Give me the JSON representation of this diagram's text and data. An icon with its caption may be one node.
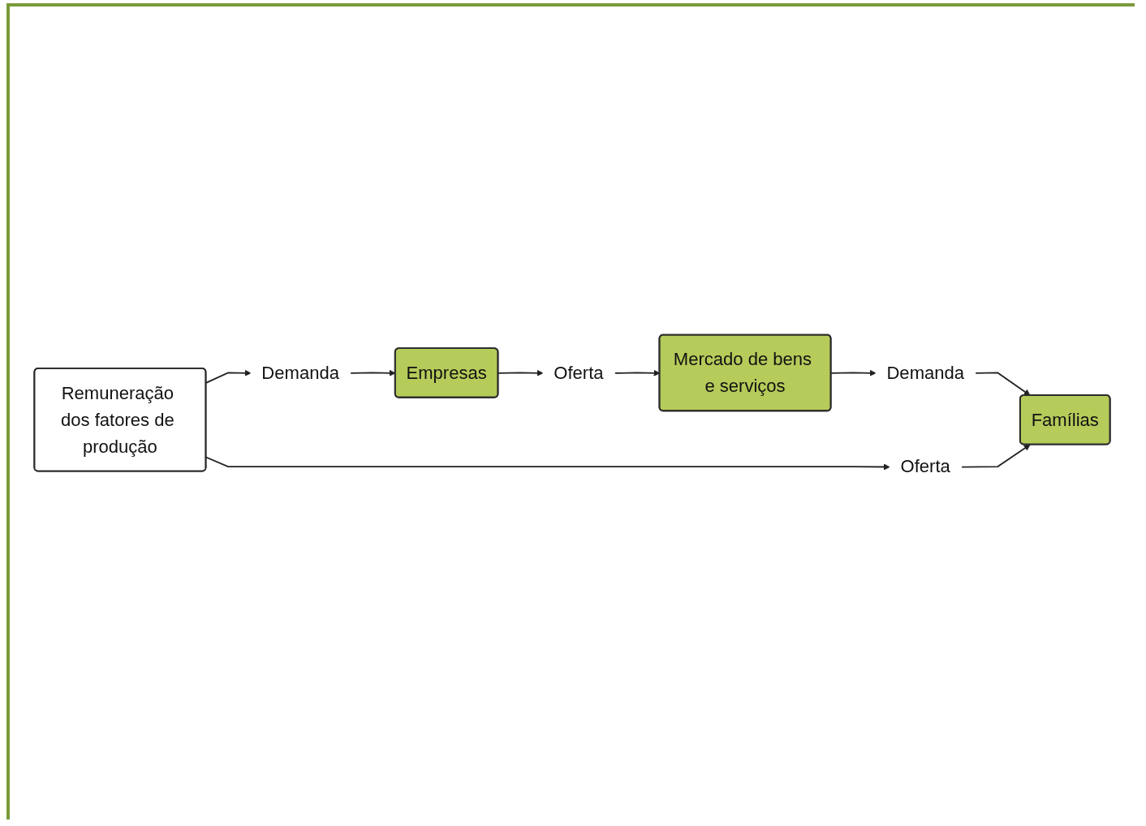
{
  "diagram": {
    "nodes": [
      {
        "text": [
          "Mercado de bens e serviços"
        ]
      },
      {
        "text": [
          "Demanda"
        ]
      },
      {
        "text": [
          "Oferta"
        ]
      },
      {
        "text": [
          "Famílias"
        ]
      },
      {
        "text": [
          "Empresas"
        ]
      },
      {
        "text": [
          "Oferta"
        ]
      },
      {
        "text": [
          "Demanda"
        ]
      },
      {
        "text": [
          "Remuneração dos fatores de produção"
        ]
      }
    ],
    "edges": [
      {
        "from": 0,
        "to": 1,
        "arrow": "to"
      },
      {
        "from": 1,
        "to": 3,
        "arrow": "to"
      },
      {
        "from": 4,
        "to": 2,
        "arrow": "to"
      },
      {
        "from": 2,
        "to": 0,
        "arrow": "to"
      },
      {
        "from": 7,
        "to": 5,
        "arrow": "to"
      },
      {
        "from": 5,
        "to": 3,
        "arrow": "to"
      },
      {
        "from": 7,
        "to": 6,
        "arrow": "to"
      },
      {
        "from": 6,
        "to": 4,
        "arrow": "to"
      }
    ]
  }
}
